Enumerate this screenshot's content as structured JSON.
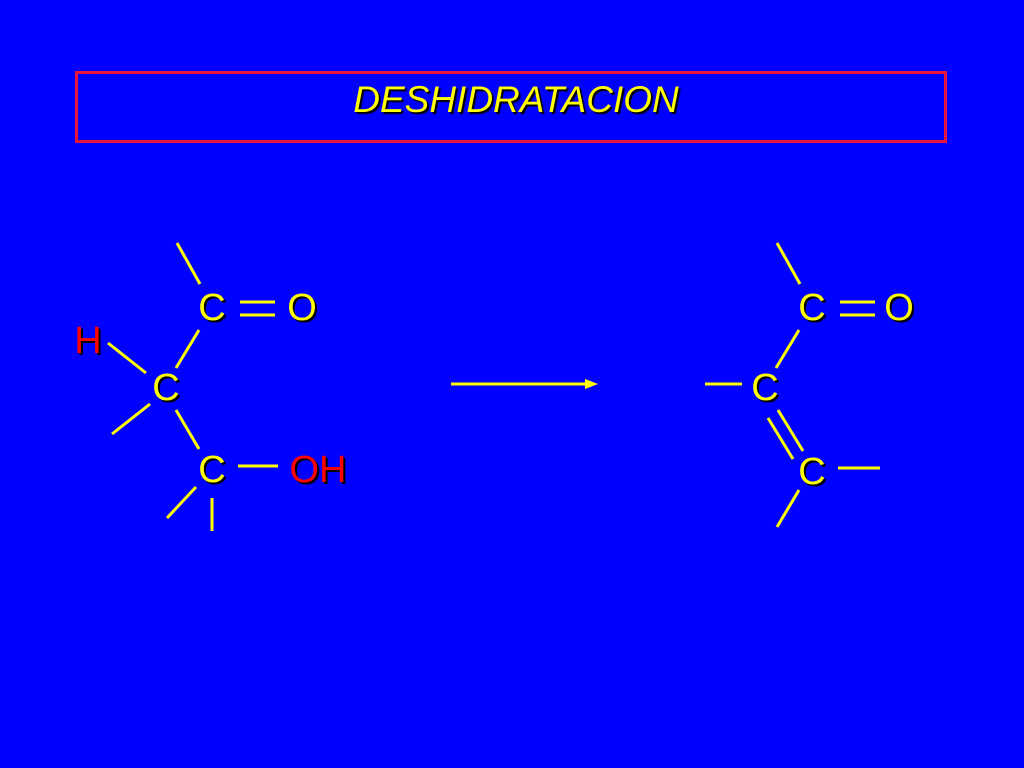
{
  "title": "DESHIDRATACION",
  "colors": {
    "background": "#0000ff",
    "title_border": "#e8163a",
    "atom_text": "#ffff00",
    "highlight_atoms": "#ff0000",
    "bonds": "#ffff00"
  },
  "reactant": {
    "c_top": "C",
    "o_top": "O",
    "h": "H",
    "c_mid": "C",
    "c_bot": "C",
    "oh": "OH"
  },
  "product": {
    "c_top": "C",
    "o_top": "O",
    "c_mid": "C",
    "c_bot": "C"
  }
}
